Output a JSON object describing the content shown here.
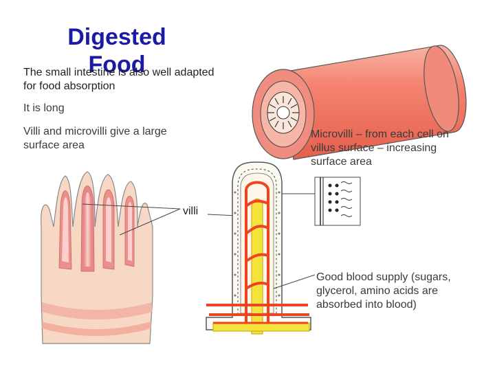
{
  "title": {
    "line1": "Digested",
    "line2": "Food"
  },
  "intro": {
    "line1": "The small intestine is also well adapted",
    "line2": "for food absorption"
  },
  "point_long": "It is long",
  "point_villi": {
    "line1": "Villi and microvilli give a large",
    "line2": "surface area"
  },
  "microvilli_caption": {
    "line1": "Microvilli – from each cell on",
    "line2": "villus surface – increasing",
    "line3": "surface area"
  },
  "villi_label": "villi",
  "blood_caption": {
    "line1": "Good blood supply (sugars,",
    "line2": "glycerol, amino acids are",
    "line3": "absorbed into blood)"
  },
  "colors": {
    "title": "#1a1aa6",
    "tissue": "#f4cfb7",
    "wall": "#f08c80",
    "capillary": "#ee4422",
    "lacteal": "#f3e33a"
  }
}
